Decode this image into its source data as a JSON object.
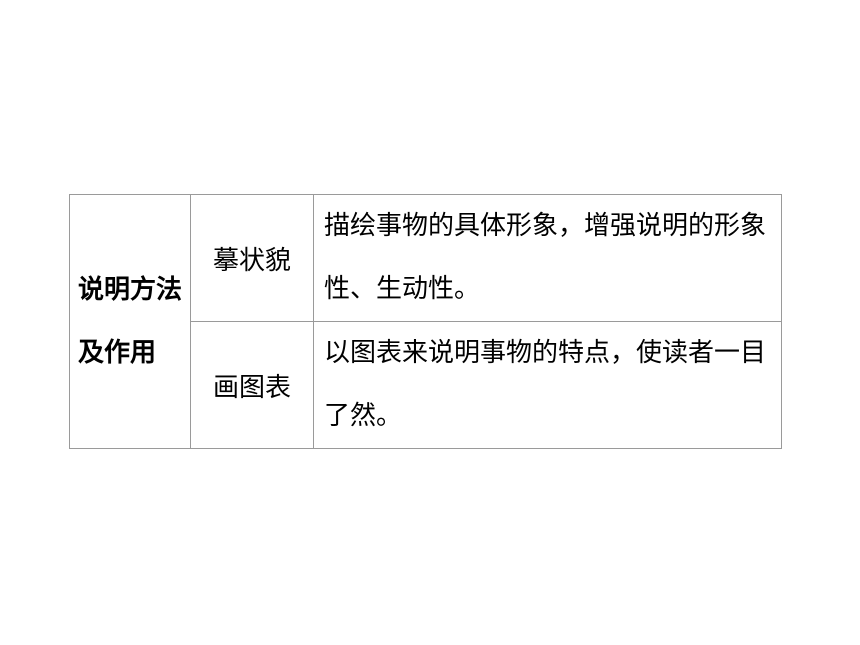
{
  "table": {
    "heading": "说明方法及作用",
    "rows": [
      {
        "method": "摹状貌",
        "description": "描绘事物的具体形象，增强说明的形象性、生动性。"
      },
      {
        "method": "画图表",
        "description": "以图表来说明事物的特点，使读者一目了然。"
      }
    ]
  }
}
